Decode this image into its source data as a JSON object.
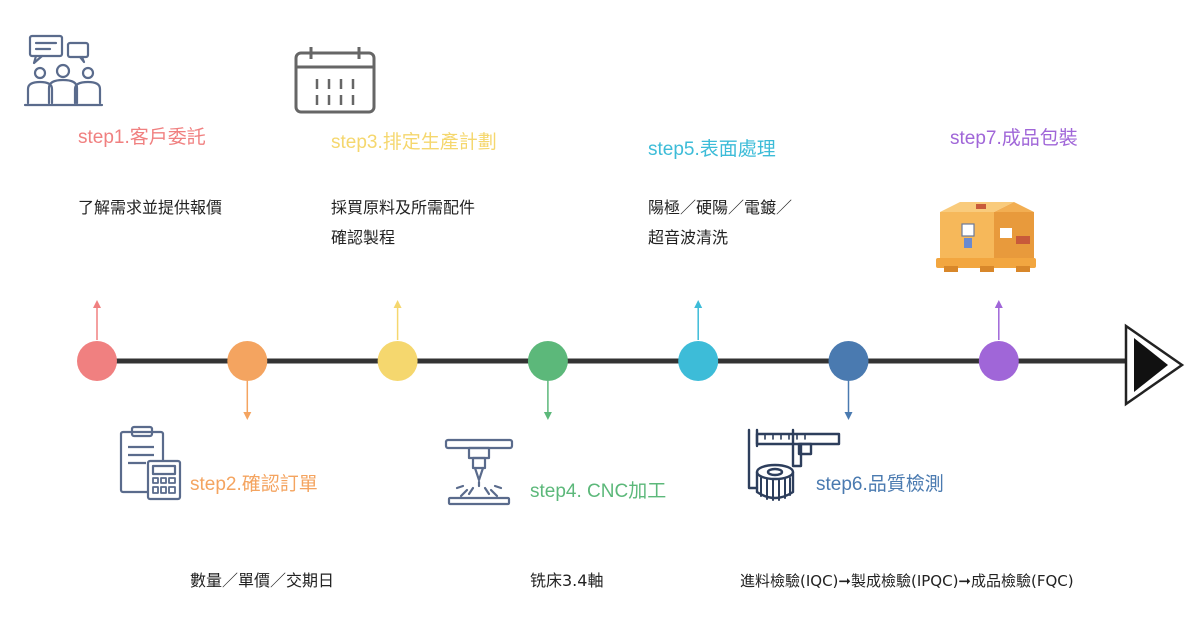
{
  "steps": [
    {
      "title": "step1.客戶委託",
      "desc": [
        "了解需求並提供報價"
      ],
      "color": "#f08080",
      "icon": "meeting-chat-icon",
      "position": "above"
    },
    {
      "title": "step2.確認訂單",
      "desc": [
        "數量／單價／交期日"
      ],
      "color": "#f4a460",
      "icon": "clipboard-calculator-icon",
      "position": "below"
    },
    {
      "title": "step3.排定生產計劃",
      "desc": [
        "採買原料及所需配件",
        "確認製程"
      ],
      "color": "#f5d76e",
      "icon": "calendar-icon",
      "position": "above"
    },
    {
      "title": "step4. CNC加工",
      "desc": [
        "铣床3.4軸"
      ],
      "color": "#5cb87a",
      "icon": "cnc-machine-icon",
      "position": "below"
    },
    {
      "title": "step5.表面處理",
      "desc": [
        "陽極／硬陽／電鍍／",
        "超音波清洗"
      ],
      "color": "#3dbcd8",
      "icon": "",
      "position": "above"
    },
    {
      "title": "step6.品質檢測",
      "desc": [
        "進料檢驗(IQC)➞製成檢驗(IPQC)➞成品檢驗(FQC)"
      ],
      "color": "#4a7ab0",
      "icon": "caliper-gear-icon",
      "position": "below"
    },
    {
      "title": "step7.成品包裝",
      "desc": [],
      "color": "#a066d8",
      "icon": "boxes-pallet-icon",
      "position": "above"
    }
  ],
  "line_color": "#333333",
  "icon_color": "#5a6b8c"
}
